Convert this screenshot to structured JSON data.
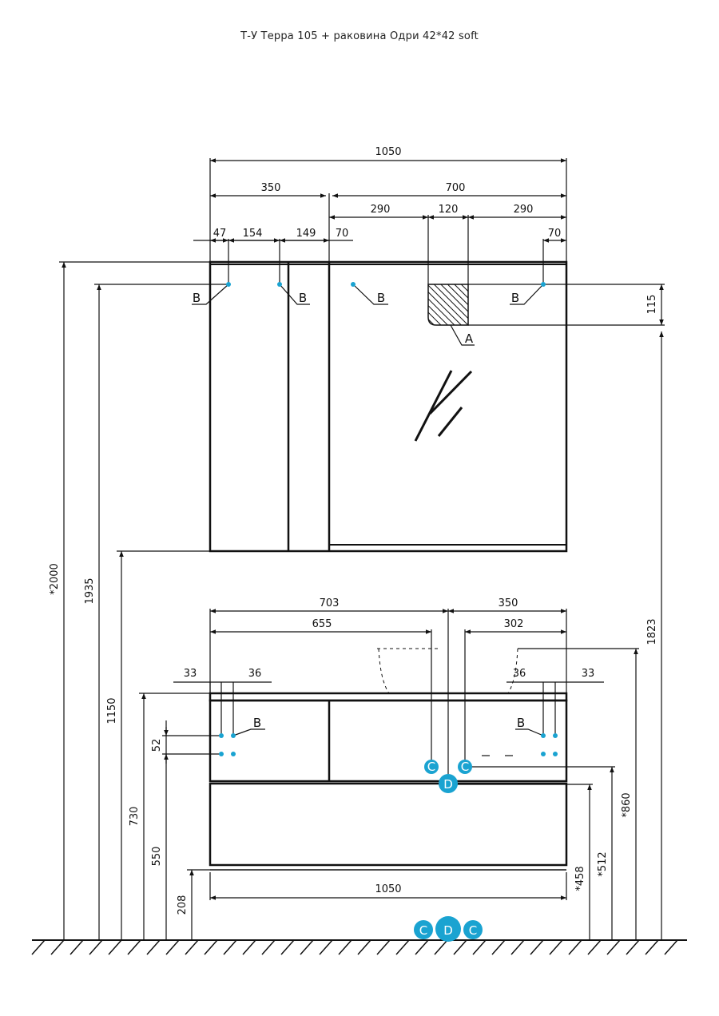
{
  "title": "Т-У Терра 105 + раковина Одри 42*42 soft",
  "colors": {
    "line": "#111111",
    "accent": "#1aa3d1",
    "accent_text": "#ffffff"
  },
  "dimensions": {
    "mirror_width": "1050",
    "mirror_left": "350",
    "mirror_right": "700",
    "mirror_seg_left": "290",
    "mirror_seg_mid": "120",
    "mirror_seg_right": "290",
    "mirror_hole_47": "47",
    "mirror_hole_154": "154",
    "mirror_hole_149": "149",
    "mirror_hole_70_left": "70",
    "mirror_hole_70_right": "70",
    "lamp_height": "115",
    "total_height": "*2000",
    "height_1935": "1935",
    "height_1150": "1150",
    "height_1823": "1823",
    "base_703": "703",
    "base_655": "655",
    "base_350": "350",
    "base_302": "302",
    "base_33_left": "33",
    "base_36_left": "36",
    "base_36_right": "36",
    "base_33_right": "33",
    "base_52": "52",
    "height_730": "730",
    "height_550": "550",
    "height_208": "208",
    "height_860": "*860",
    "height_512": "*512",
    "height_458": "*458",
    "base_width": "1050"
  },
  "labels": {
    "b": "B",
    "a": "A",
    "c": "C",
    "d": "D"
  }
}
